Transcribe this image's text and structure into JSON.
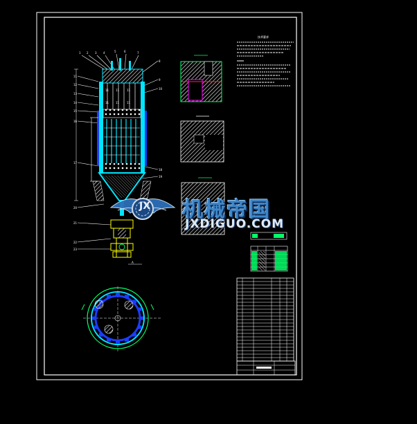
{
  "watermark": {
    "brand_cn": "机械帝国",
    "brand_url": "JXDIGUO.COM",
    "logo_letters": "JX"
  },
  "colors": {
    "background": "#000000",
    "frame": "#ffffff",
    "vessel": "#00e5ff",
    "fill_blue": "#1b3cff",
    "hatch": "#ffffff",
    "accent_green": "#00ff66",
    "accent_yellow": "#ffff00",
    "accent_red": "#ff2a2a",
    "accent_magenta": "#ff00ff"
  }
}
